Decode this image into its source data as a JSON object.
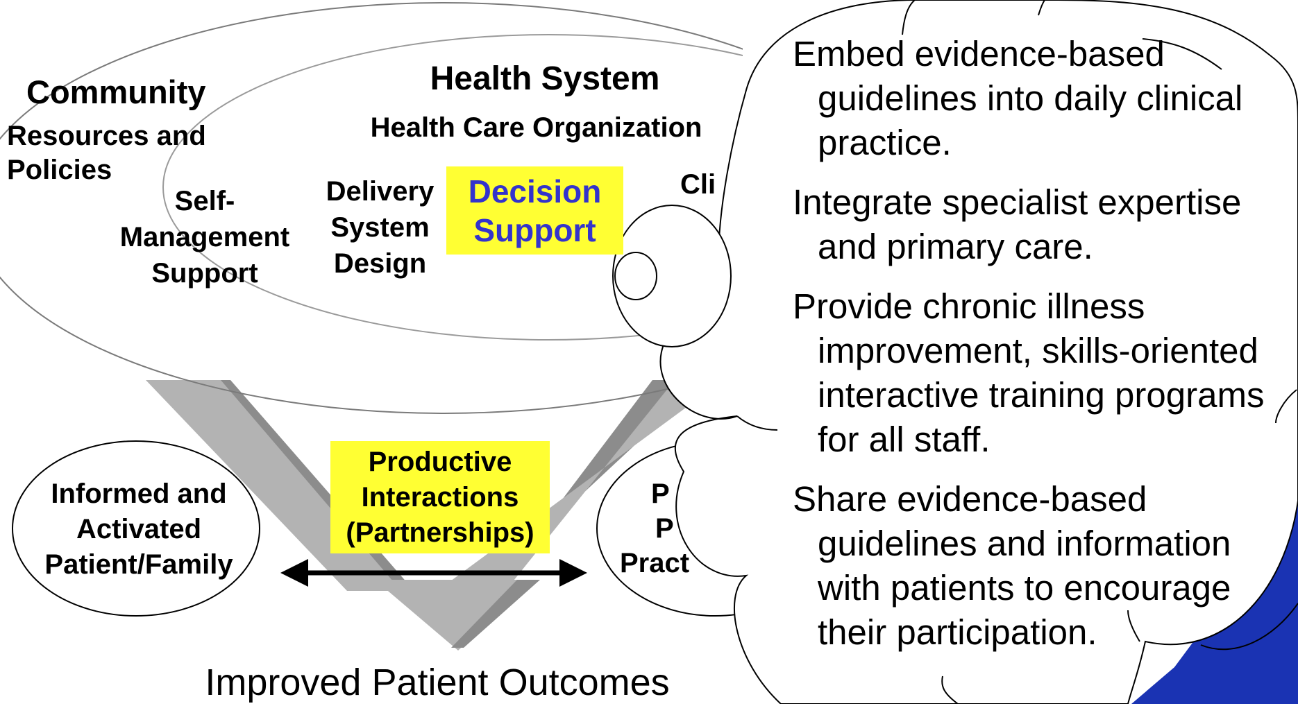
{
  "diagram": {
    "community": {
      "title": "Community",
      "resources": "Resources and\nPolicies"
    },
    "health_system": {
      "title": "Health System",
      "organization": "Health Care Organization"
    },
    "components": {
      "self_management": "Self-\nManagement\nSupport",
      "delivery_system": "Delivery\nSystem\nDesign",
      "decision_support": "Decision\nSupport",
      "clinical_info_partial": "Cli"
    },
    "interactions": {
      "label": "Productive\nInteractions\n(Partnerships)"
    },
    "patient": {
      "label": "Informed and\nActivated\nPatient/Family"
    },
    "practice_team_partial": {
      "line1": "P",
      "line2": "P",
      "line3": "Pract"
    },
    "outcome": "Improved Patient Outcomes"
  },
  "callout": {
    "items": [
      "Embed evidence-based guidelines into daily clinical practice.",
      "Integrate specialist expertise and primary care.",
      "Provide chronic illness improvement, skills-oriented interactive training programs for all staff.",
      "Share evidence-based guidelines and information with patients to encourage their participation."
    ]
  },
  "colors": {
    "highlight_fill": "#ffff33",
    "decision_support_text": "#3333cc",
    "corner_accent": "#1a33b3",
    "arrow_gray": "#b3b3b3",
    "arrow_shadow": "#8c8c8c"
  }
}
